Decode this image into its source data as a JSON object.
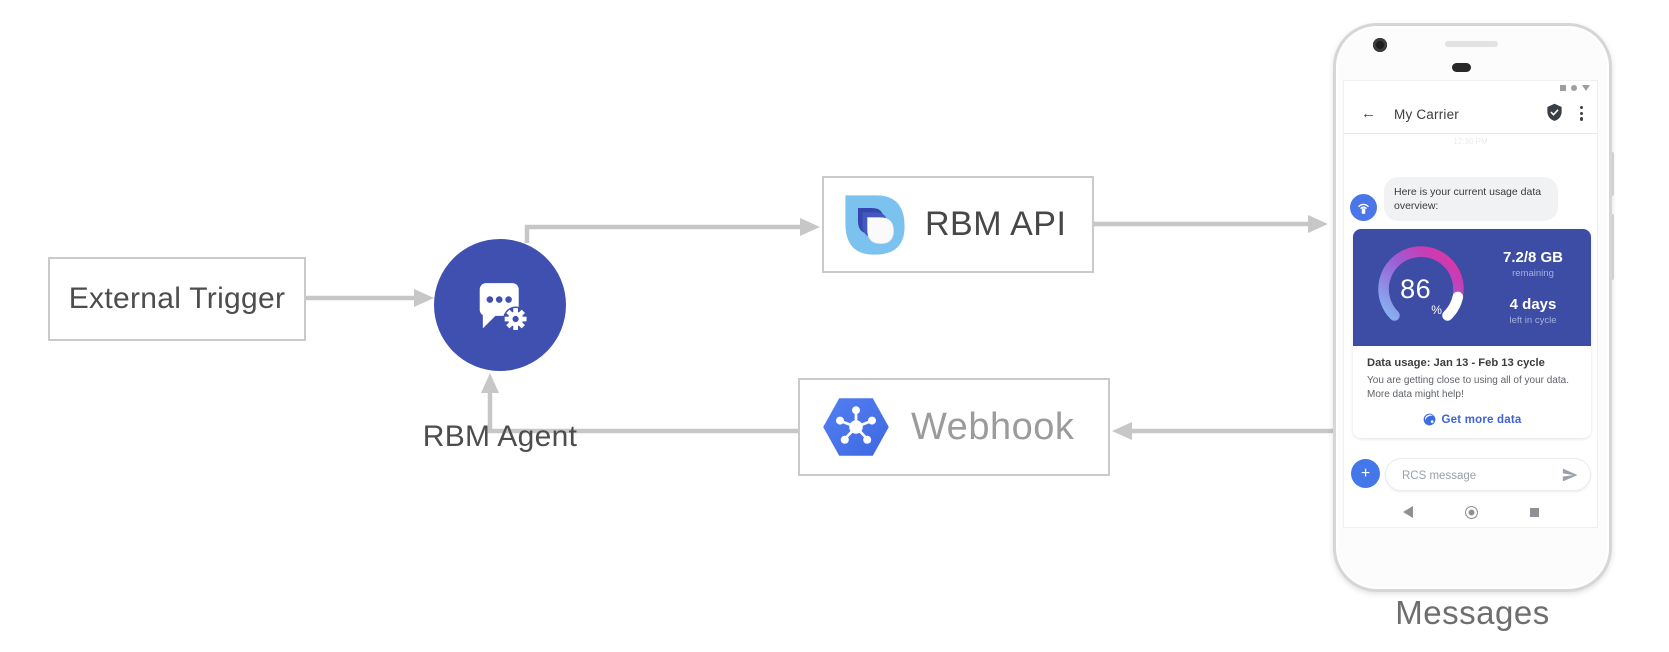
{
  "diagram": {
    "external_trigger_label": "External Trigger",
    "rbm_agent_label": "RBM Agent",
    "rbm_api_label": "RBM API",
    "webhook_label": "Webhook",
    "device_caption": "Messages"
  },
  "phone": {
    "header": {
      "back_icon": "←",
      "title": "My Carrier"
    },
    "timestamp": "12:30 PM",
    "bot_message": "Here is your current usage data overview:",
    "usage_card": {
      "percent_value": "86",
      "percent_unit": "%",
      "remaining_value": "7.2/8 GB",
      "remaining_label": "remaining",
      "cycle_days_value": "4 days",
      "cycle_days_label": "left in cycle",
      "title": "Data usage: Jan 13 - Feb 13 cycle",
      "body": "You are getting close to using all of your data. More data might help!",
      "cta_label": "Get more data"
    },
    "composer": {
      "plus_icon": "+",
      "placeholder": "RCS message"
    }
  },
  "colors": {
    "agent_indigo": "#4050b0",
    "card_blue": "#3d4ca4",
    "action_blue": "#4478ea",
    "link_blue": "#3e62d8",
    "arrow_gray": "#c7c7c7",
    "gauge_gradient_start": "#85b6f2",
    "gauge_gradient_mid": "#9b5fd6",
    "gauge_gradient_end": "#e8399b"
  }
}
